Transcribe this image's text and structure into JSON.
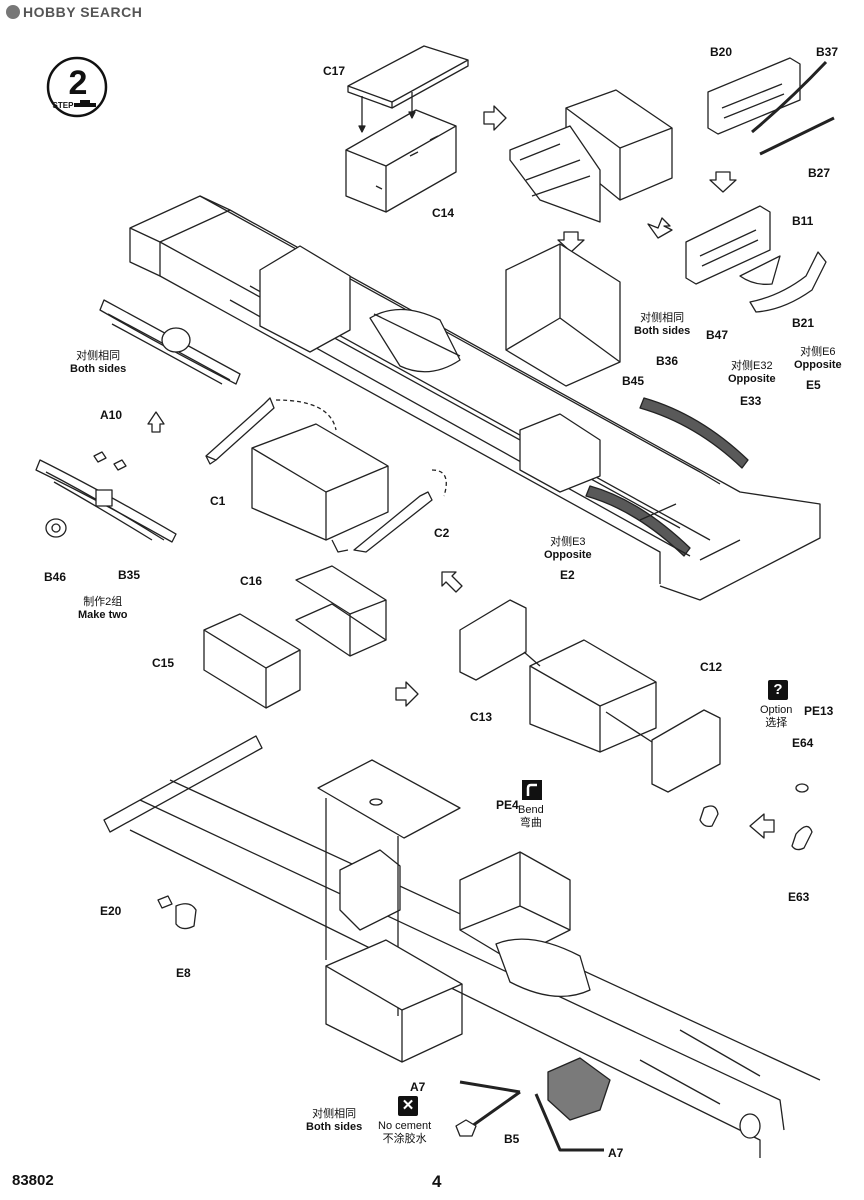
{
  "header": {
    "watermark": "HOBBY SEARCH",
    "logo_icon": "hobby-search-logo-icon"
  },
  "step": {
    "number": "2",
    "word": "STEP"
  },
  "footer": {
    "product_code": "83802",
    "page_number": "4"
  },
  "parts": {
    "c17": "C17",
    "c14": "C14",
    "b20": "B20",
    "b37": "B37",
    "b27": "B27",
    "b11": "B11",
    "b21": "B21",
    "b47": "B47",
    "b36": "B36",
    "b45": "B45",
    "e33": "E33",
    "e5": "E5",
    "e2": "E2",
    "a10": "A10",
    "c1": "C1",
    "c2": "C2",
    "b46": "B46",
    "b35": "B35",
    "c16": "C16",
    "c15": "C15",
    "c13": "C13",
    "c12": "C12",
    "pe13": "PE13",
    "e64": "E64",
    "e63": "E63",
    "pe4": "PE4",
    "e20": "E20",
    "e8": "E8",
    "a7_top": "A7",
    "a7_bottom": "A7",
    "b5": "B5"
  },
  "notes": {
    "both_sides_right": {
      "cn": "对侧相同",
      "en": "Both sides"
    },
    "both_sides_left": {
      "cn": "对侧相同",
      "en": "Both sides"
    },
    "both_sides_bottom": {
      "cn": "对侧相同",
      "en": "Both sides"
    },
    "opposite_e32": {
      "cn": "对侧E32",
      "en": "Opposite"
    },
    "opposite_e6": {
      "cn": "对侧E6",
      "en": "Opposite"
    },
    "opposite_e3": {
      "cn": "对侧E3",
      "en": "Opposite"
    },
    "make_two": {
      "cn": "制作2组",
      "en": "Make two"
    },
    "option": {
      "en": "Option",
      "cn": "选择",
      "icon": "?"
    },
    "bend": {
      "en": "Bend",
      "cn": "弯曲"
    },
    "no_cement": {
      "en": "No cement",
      "cn": "不涂胶水",
      "icon": "✕"
    }
  }
}
